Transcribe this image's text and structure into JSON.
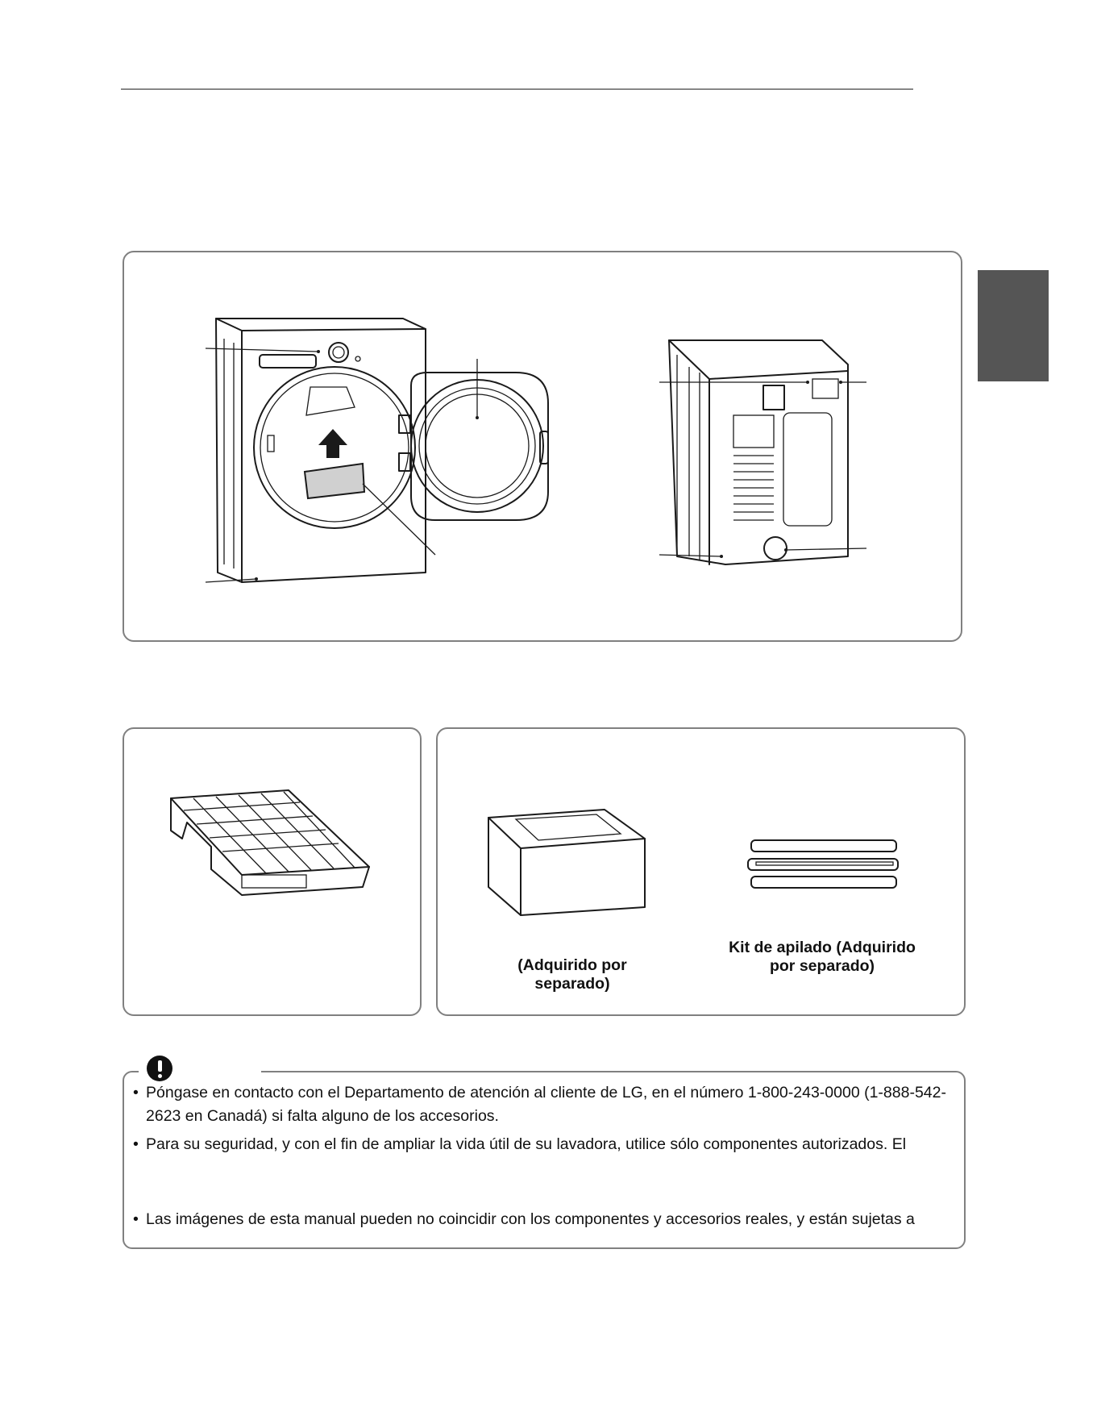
{
  "notes": [
    "Póngase en contacto con el Departamento de atención al cliente de LG, en el número 1-800-243-0000 (1-888-542-2623 en Canadá) si falta alguno de los accesorios.",
    "Para su seguridad, y con el fin de ampliar la vida útil de su lavadora, utilice sólo componentes autorizados. El",
    "Las imágenes de esta manual pueden no coincidir con los componentes y accesorios reales, y están sujetas a"
  ],
  "accessories": {
    "pedestal_label": "(Adquirido por separado)",
    "stacking_kit_label": "Kit de apilado (Adquirido por separado)"
  },
  "icons": {
    "note": "exclamation-icon"
  },
  "colors": {
    "tab": "#555555",
    "frame": "#808080"
  }
}
